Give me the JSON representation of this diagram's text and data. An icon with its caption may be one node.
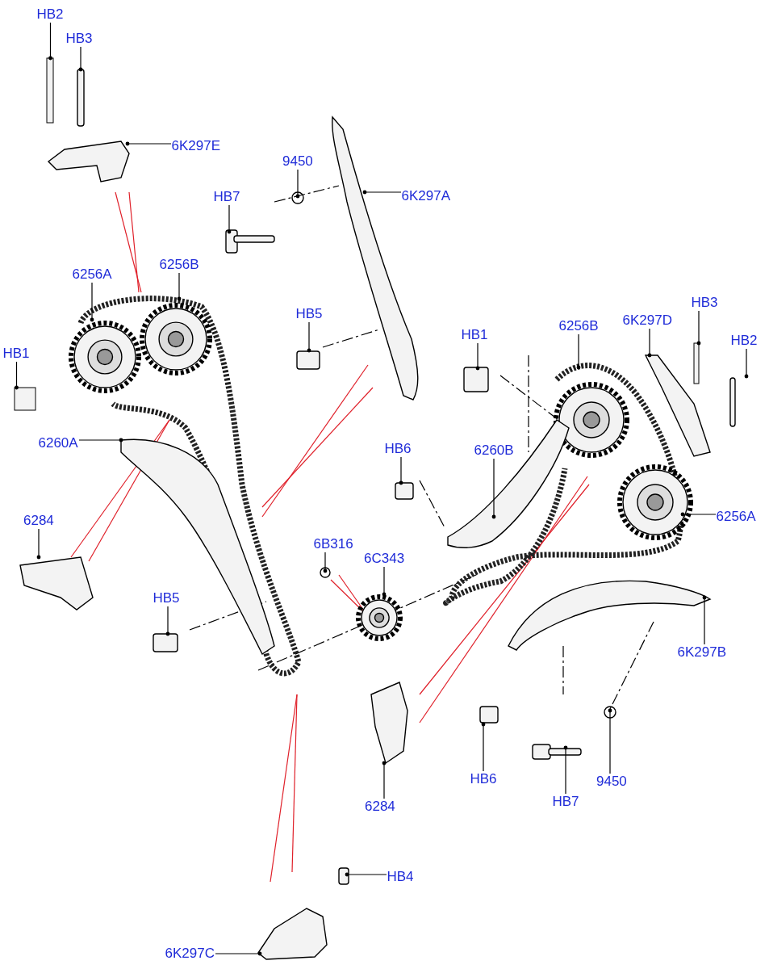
{
  "diagram": {
    "nodes": [
      {
        "text": [
          "HB2"
        ]
      },
      {
        "text": [
          "HB3"
        ]
      },
      {
        "text": [
          "6K297E"
        ]
      },
      {
        "text": [
          "9450"
        ]
      },
      {
        "text": [
          "HB7"
        ]
      },
      {
        "text": [
          "6K297A"
        ]
      },
      {
        "text": [
          "6256A"
        ]
      },
      {
        "text": [
          "6256B"
        ]
      },
      {
        "text": [
          "HB5"
        ]
      },
      {
        "text": [
          "HB1"
        ]
      },
      {
        "text": [
          "HB1"
        ]
      },
      {
        "text": [
          "6256B"
        ]
      },
      {
        "text": [
          "6K297D"
        ]
      },
      {
        "text": [
          "HB3"
        ]
      },
      {
        "text": [
          "HB2"
        ]
      },
      {
        "text": [
          "6260A"
        ]
      },
      {
        "text": [
          "HB6"
        ]
      },
      {
        "text": [
          "6260B"
        ]
      },
      {
        "text": [
          "6284"
        ]
      },
      {
        "text": [
          "6256A"
        ]
      },
      {
        "text": [
          "6B316"
        ]
      },
      {
        "text": [
          "6C343"
        ]
      },
      {
        "text": [
          "HB5"
        ]
      },
      {
        "text": [
          "6K297B"
        ]
      },
      {
        "text": [
          "HB6"
        ]
      },
      {
        "text": [
          "6284"
        ]
      },
      {
        "text": [
          "HB7"
        ]
      },
      {
        "text": [
          "9450"
        ]
      },
      {
        "text": [
          "HB4"
        ]
      },
      {
        "text": [
          "6K297C"
        ]
      },
      {
        "text": [],
        "shape": "box"
      },
      {
        "text": [],
        "shape": "box"
      },
      {
        "text": [],
        "shape": "box"
      }
    ],
    "edges": [
      {
        "from": 0,
        "to": 30,
        "arrow": "other"
      },
      {
        "from": 1,
        "to": null,
        "arrow": "other"
      },
      {
        "from": 2,
        "to": null,
        "arrow": "other"
      },
      {
        "from": 3,
        "to": null,
        "arrow": "other"
      },
      {
        "from": 4,
        "to": null,
        "arrow": "other"
      },
      {
        "from": 5,
        "to": null,
        "arrow": "other"
      },
      {
        "from": 6,
        "to": null,
        "arrow": "other"
      },
      {
        "from": 7,
        "to": null,
        "arrow": "other"
      },
      {
        "from": 8,
        "to": null,
        "arrow": "other"
      },
      {
        "from": 9,
        "to": 31,
        "arrow": "other"
      },
      {
        "from": 10,
        "to": null,
        "arrow": "other"
      },
      {
        "from": 11,
        "to": null,
        "arrow": "other"
      },
      {
        "from": 12,
        "to": null,
        "arrow": "other"
      },
      {
        "from": 13,
        "to": 32,
        "arrow": "other"
      },
      {
        "from": 14,
        "to": null,
        "arrow": "other"
      },
      {
        "from": 15,
        "to": null,
        "arrow": "other"
      },
      {
        "from": 16,
        "to": null,
        "arrow": "other"
      },
      {
        "from": 17,
        "to": null,
        "arrow": "other"
      },
      {
        "from": 18,
        "to": null,
        "arrow": "other"
      },
      {
        "from": 19,
        "to": null,
        "arrow": "other"
      },
      {
        "from": 20,
        "to": null,
        "arrow": "other"
      },
      {
        "from": 21,
        "to": null,
        "arrow": "other"
      },
      {
        "from": 22,
        "to": null,
        "arrow": "other"
      },
      {
        "from": 23,
        "to": null,
        "arrow": "other"
      },
      {
        "from": 24,
        "to": null,
        "arrow": "other"
      },
      {
        "from": 25,
        "to": null,
        "arrow": "other"
      },
      {
        "from": 26,
        "to": null,
        "arrow": "other"
      },
      {
        "from": 27,
        "to": null,
        "arrow": "other"
      },
      {
        "from": 28,
        "to": null,
        "arrow": "other"
      },
      {
        "from": 29,
        "to": null,
        "arrow": "other"
      }
    ]
  }
}
